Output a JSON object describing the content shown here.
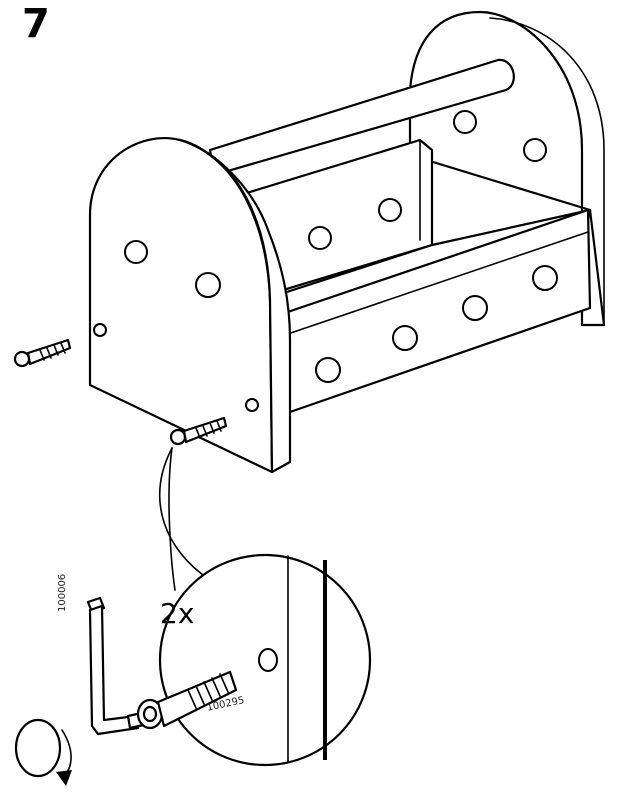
{
  "instruction": {
    "step_number": "7",
    "quantity": "2x",
    "parts": {
      "allen_key": "100006",
      "screw": "100295"
    }
  },
  "icons": {
    "toolbox": "toolbox-assembly-icon",
    "screw": "screw-icon",
    "allen_key": "allen-key-icon",
    "rotate_arrow": "rotate-arrow-icon",
    "detail_callout": "detail-magnifier-icon"
  },
  "colors": {
    "line": "#000000",
    "fill": "#ffffff"
  }
}
